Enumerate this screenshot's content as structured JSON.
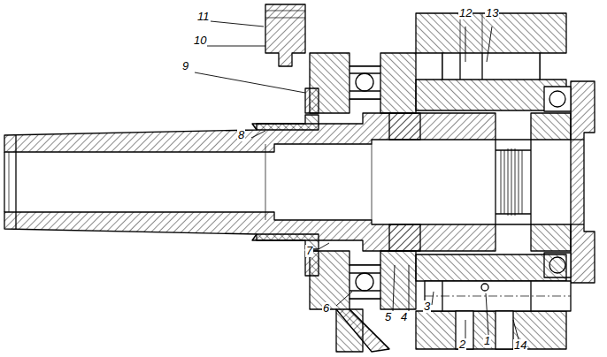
{
  "diagram": {
    "labels": [
      "11",
      "10",
      "9",
      "8",
      "12",
      "13",
      "7",
      "6",
      "5",
      "4",
      "3",
      "2",
      "1",
      "14"
    ]
  }
}
